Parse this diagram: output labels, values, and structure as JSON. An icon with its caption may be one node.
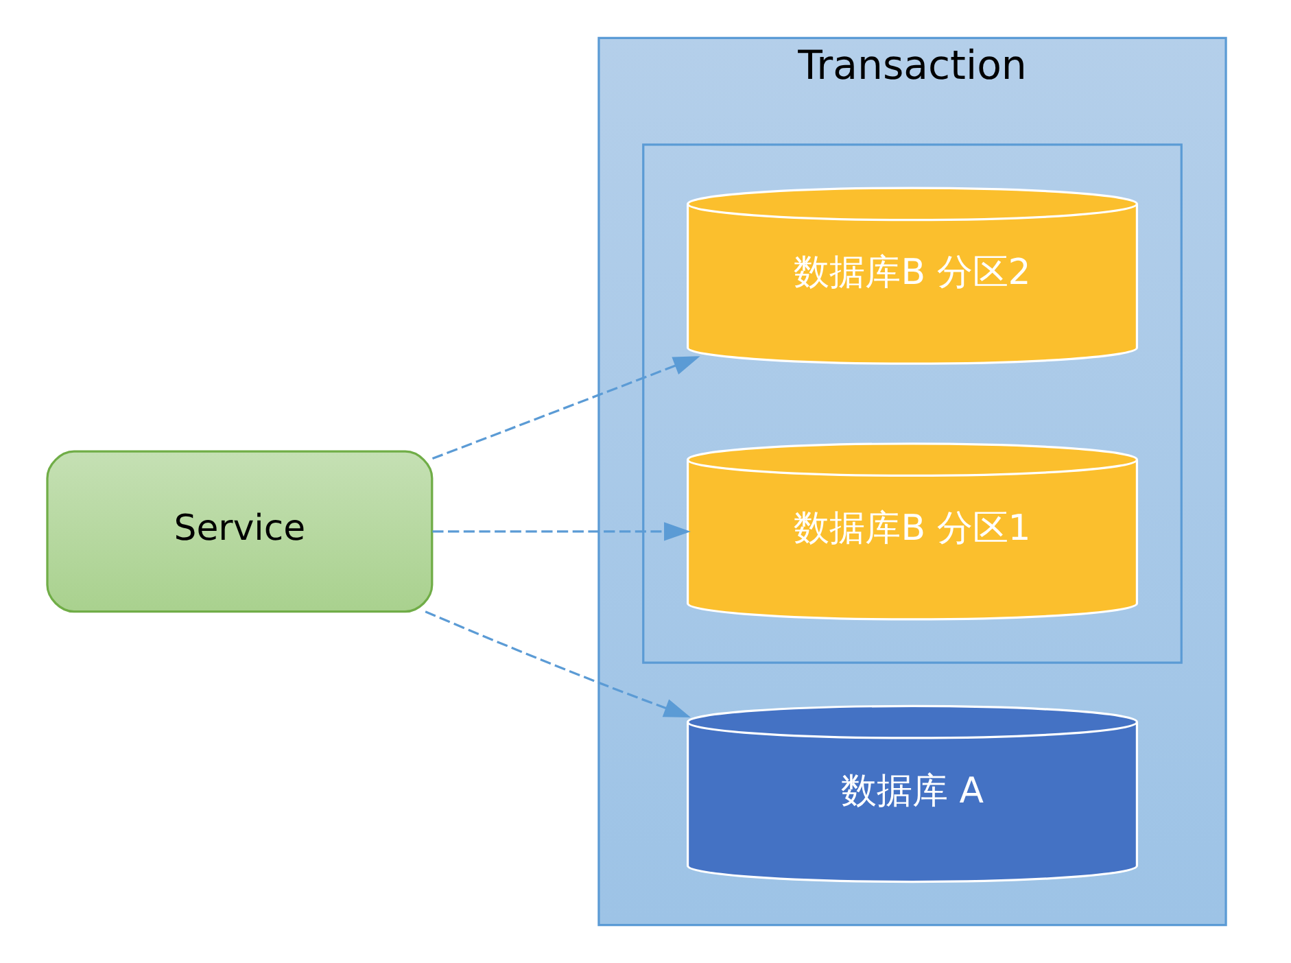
{
  "diagram": {
    "nodes": [
      {
        "text": [
          "Service"
        ]
      },
      {
        "text": [
          "Transaction"
        ]
      },
      {
        "text": [
          "数据库 A"
        ],
        "in": 1
      },
      {
        "text": [],
        "shape": "box",
        "in": 1
      },
      {
        "text": [
          "数据库B 分区1"
        ],
        "in": 3
      },
      {
        "text": [
          "数据库B 分区2"
        ],
        "in": 3
      }
    ],
    "edges": [
      {
        "from": 0,
        "to": 2,
        "arrow": "to",
        "style": "dashed"
      },
      {
        "from": 0,
        "to": 4,
        "arrow": "to",
        "style": "dashed"
      },
      {
        "from": 0,
        "to": 5,
        "arrow": "to",
        "style": "dashed"
      }
    ]
  }
}
